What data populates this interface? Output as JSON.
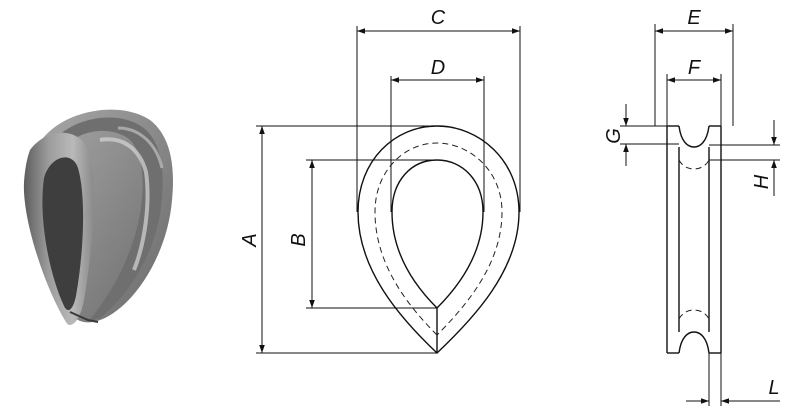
{
  "drawing": {
    "dimension_labels": {
      "A": "A",
      "B": "B",
      "C": "C",
      "D": "D",
      "E": "E",
      "F": "F",
      "G": "G",
      "H": "H",
      "L": "L"
    }
  }
}
